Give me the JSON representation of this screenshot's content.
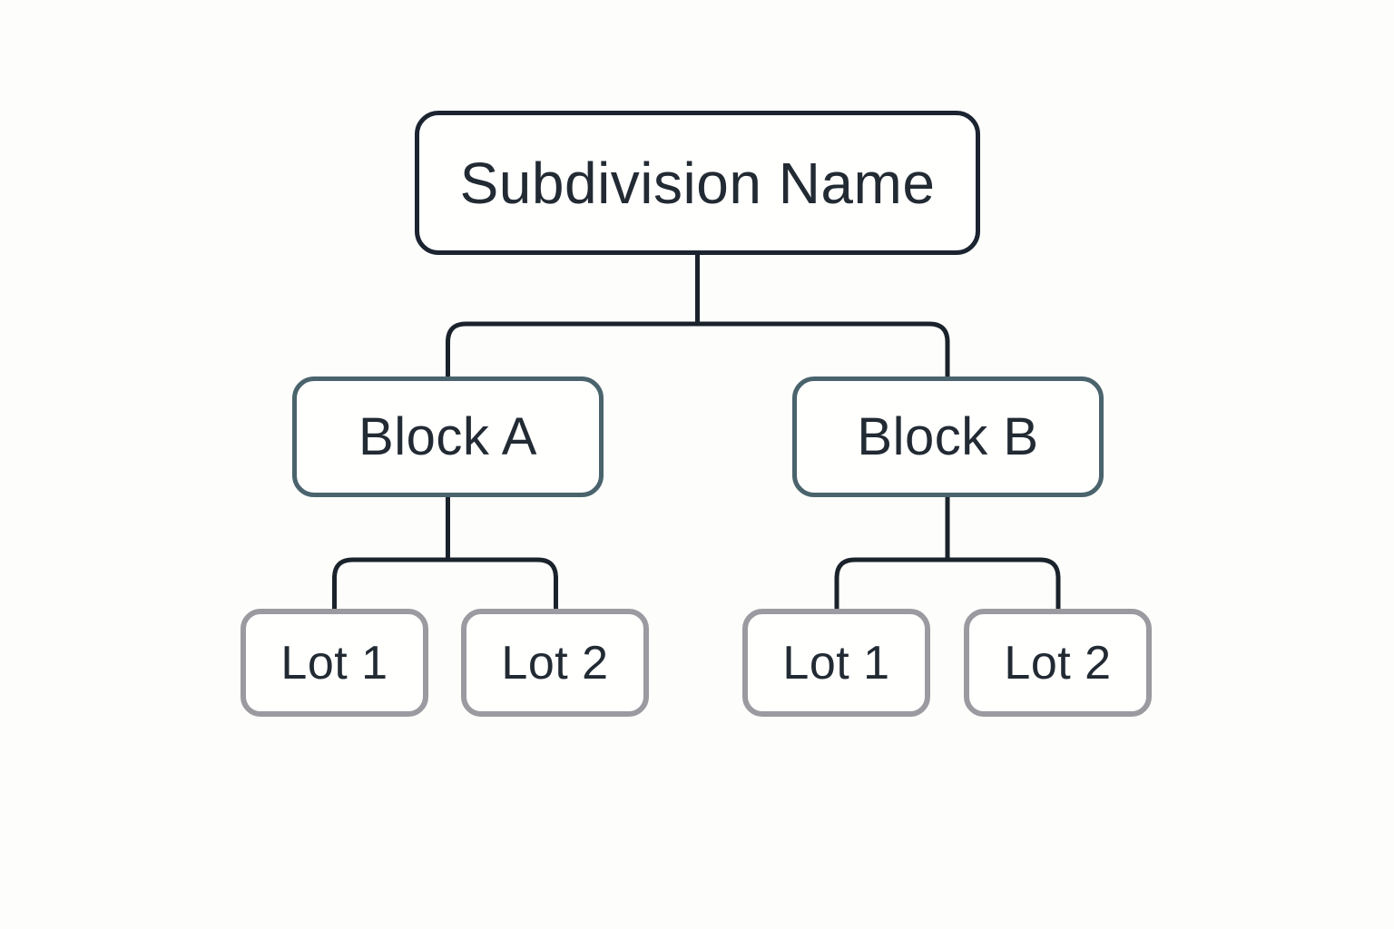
{
  "diagram": {
    "root": {
      "label": "Subdivision Name"
    },
    "blocks": [
      {
        "label": "Block A",
        "lots": [
          {
            "label": "Lot 1"
          },
          {
            "label": "Lot 2"
          }
        ]
      },
      {
        "label": "Block B",
        "lots": [
          {
            "label": "Lot 1"
          },
          {
            "label": "Lot 2"
          }
        ]
      }
    ],
    "colors": {
      "background": "#fdfdfb",
      "box_fill": "#fffffe",
      "root_border": "#1b2430",
      "block_border": "#4a636d",
      "lot_border": "#9a9aa0",
      "connector": "#1a222b",
      "text": "#222a33"
    }
  }
}
